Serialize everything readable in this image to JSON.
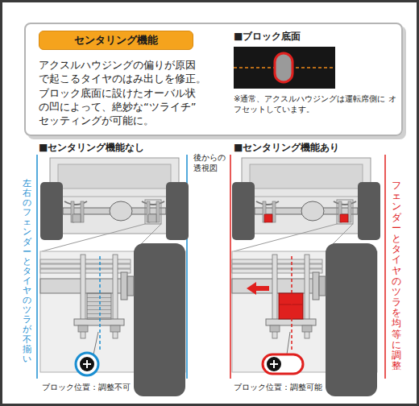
{
  "diagram": {
    "nodes": [
      {
        "text": [
          "アクスルハウジングの偏りが原因 で起こるタイヤのはみ出しを修正。 ブロック底面に設けたオーバル状 の凹によって、絶妙な“ツライチ” セッティングが可能に。"
        ]
      },
      {
        "text": [
          "センタリング機能"
        ],
        "in": 0
      }
    ],
    "labels": [
      "■ブロック底面",
      "※通常、アクスルハウジングは運転席側に オフセットしています。",
      "■センタリング機能なし",
      "後からの 透視図",
      "■センタリング機能あり",
      "左右のフェンダーとタイヤのツラが不揃い",
      "フェンダーとタイヤのツラを均等に調整",
      "ブロック位置：調整不可",
      "ブロック位置：調整可能"
    ]
  }
}
